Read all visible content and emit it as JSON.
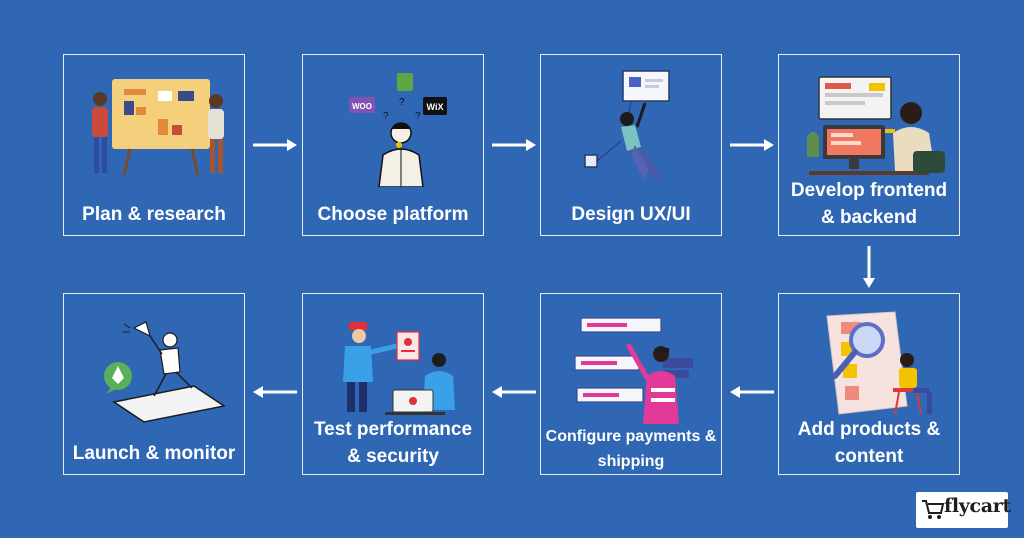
{
  "steps": [
    {
      "label": "Plan & research"
    },
    {
      "label": "Choose platform"
    },
    {
      "label": "Design UX/UI"
    },
    {
      "label": "Develop frontend & backend"
    },
    {
      "label": "Add products & content"
    },
    {
      "label": "Configure payments & shipping"
    },
    {
      "label": "Test performance & security"
    },
    {
      "label": "Launch & monitor"
    }
  ],
  "platform_badges": {
    "woo": "WOO",
    "wix": "WiX"
  },
  "logo": {
    "name": "flycart"
  },
  "colors": {
    "background": "#2f67b4",
    "card_border": "#e8eef8",
    "text": "#ffffff",
    "arrow": "#ffffff"
  }
}
